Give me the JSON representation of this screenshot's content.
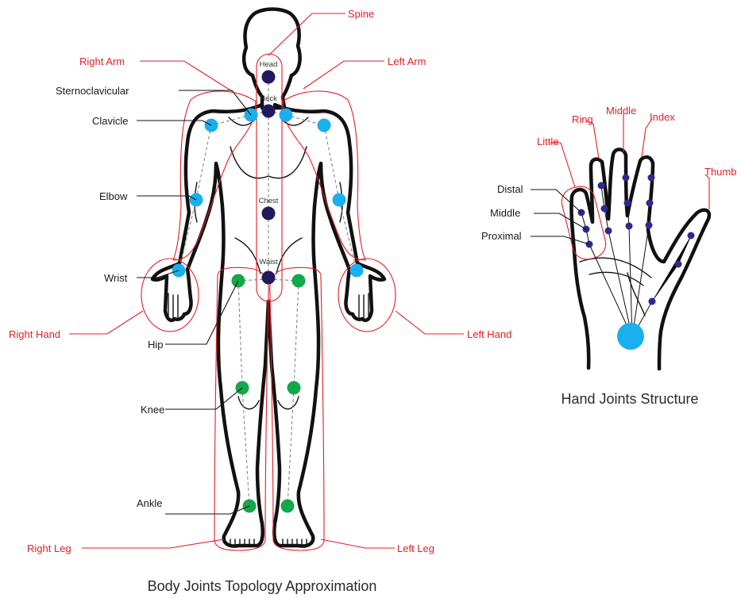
{
  "body_labels": {
    "spine": "Spine",
    "right_arm": "Right Arm",
    "left_arm": "Left Arm",
    "sternoclavicular": "Sternoclavicular",
    "clavicle": "Clavicle",
    "elbow": "Elbow",
    "wrist": "Wrist",
    "right_hand": "Right Hand",
    "left_hand": "Left Hand",
    "hip": "Hip",
    "knee": "Knee",
    "ankle": "Ankle",
    "right_leg": "Right Leg",
    "left_leg": "Left Leg"
  },
  "joint_labels": {
    "head": "Head",
    "neck": "Neck",
    "chest": "Chest",
    "waist": "Waist"
  },
  "hand_labels": {
    "little": "Little",
    "ring": "Ring",
    "middle_finger": "Middle",
    "index": "Index",
    "thumb": "Thumb",
    "distal": "Distal",
    "middle_phalanx": "Middle",
    "proximal": "Proximal"
  },
  "captions": {
    "body": "Body Joints Topology Approximation",
    "hand": "Hand Joints Structure"
  },
  "colors": {
    "region_outline": "#e31e24",
    "spine_joint": "#1f1b5e",
    "arm_joint": "#1ab0ee",
    "leg_joint": "#14a84a",
    "finger_joint": "#2b2a8f",
    "wrist_root": "#1ab0ee"
  }
}
